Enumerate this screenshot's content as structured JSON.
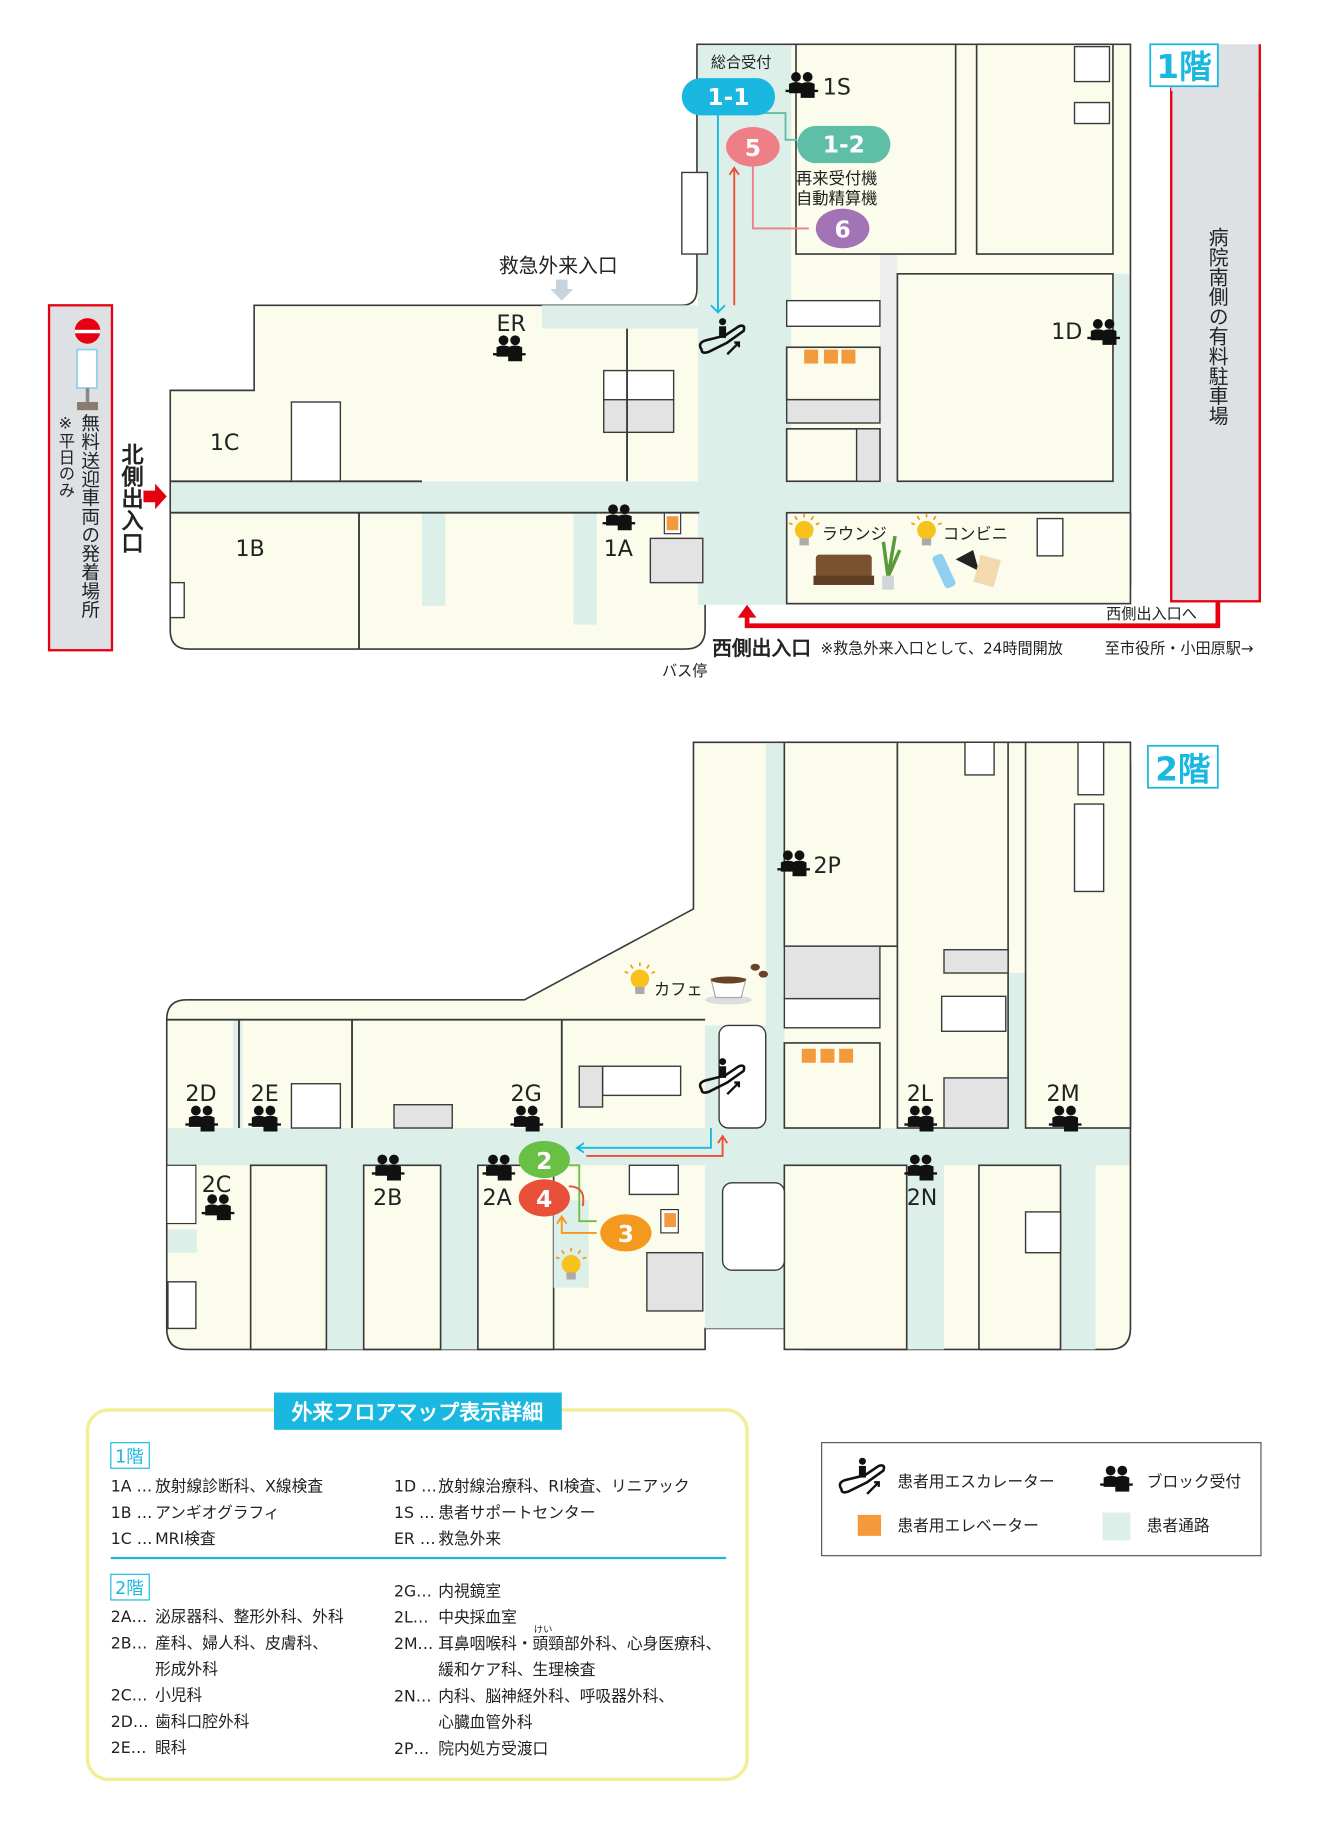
{
  "floor1": {
    "title": "1階",
    "reception_main": "総合受付",
    "badge_1_1": "1-1",
    "badge_1_2": "1-2",
    "badge_5": "5",
    "badge_6": "6",
    "machines_line1": "再来受付機",
    "machines_line2": "自動精算機",
    "emergency_entrance": "救急外来入口",
    "north_entrance": "北側出入口",
    "shuttle_stop": "無料送迎車両の発着場所",
    "shuttle_note": "※平日のみ",
    "parking": "病院南側の有料駐車場",
    "west_entrance": "西側出入口",
    "west_entrance_note": "※救急外来入口として、24時間開放",
    "to_west_entrance": "西側出入口へ",
    "to_city": "至市役所・小田原駅→",
    "bus_stop": "バス停",
    "lounge": "ラウンジ",
    "convenience": "コンビニ",
    "blocks": {
      "ER": "ER",
      "1S": "1S",
      "1C": "1C",
      "1B": "1B",
      "1A": "1A",
      "1D": "1D"
    }
  },
  "floor2": {
    "title": "2階",
    "cafe": "カフェ",
    "badge_2": "2",
    "badge_3": "3",
    "badge_4": "4",
    "blocks": {
      "2P": "2P",
      "2D": "2D",
      "2E": "2E",
      "2G": "2G",
      "2L": "2L",
      "2M": "2M",
      "2C": "2C",
      "2B": "2B",
      "2A": "2A",
      "2N": "2N"
    }
  },
  "details": {
    "title": "外来フロアマップ表示詳細",
    "floor1_label": "1階",
    "floor1_left": [
      {
        "code": "1A …",
        "text": "放射線診断科、X線検査"
      },
      {
        "code": "1B …",
        "text": "アンギオグラフィ"
      },
      {
        "code": "1C …",
        "text": "MRI検査"
      }
    ],
    "floor1_right": [
      {
        "code": "1D …",
        "text": "放射線治療科、RI検査、リニアック"
      },
      {
        "code": "1S …",
        "text": "患者サポートセンター"
      },
      {
        "code": "ER …",
        "text": "救急外来"
      }
    ],
    "floor2_label": "2階",
    "floor2_left": [
      {
        "code": "2A…",
        "text": "泌尿器科、整形外科、外科"
      },
      {
        "code": "2B…",
        "text": "産科、婦人科、皮膚科、",
        "text2": "形成外科"
      },
      {
        "code": "2C…",
        "text": "小児科"
      },
      {
        "code": "2D…",
        "text": "歯科口腔外科"
      },
      {
        "code": "2E…",
        "text": "眼科"
      }
    ],
    "floor2_right": [
      {
        "code": "2G…",
        "text": "内視鏡室"
      },
      {
        "code": "2L…",
        "text": "中央採血室"
      },
      {
        "code": "2M…",
        "text": "耳鼻咽喉科・頭頸部外科、心身医療科、",
        "text2": "緩和ケア科、生理検査",
        "ruby": "けい"
      },
      {
        "code": "2N…",
        "text": "内科、脳神経外科、呼吸器外科、",
        "text2": "心臓血管外科"
      },
      {
        "code": "2P…",
        "text": "院内処方受渡口"
      }
    ]
  },
  "key": {
    "escalator": "患者用エスカレーター",
    "block_reception": "ブロック受付",
    "elevator": "患者用エレベーター",
    "patient_corridor": "患者通路"
  },
  "colors": {
    "accent_blue": "#1ab8e0",
    "badge_1_2": "#5fbfa6",
    "badge_5": "#ef7f86",
    "badge_6": "#a374b5",
    "badge_2": "#6abf45",
    "badge_4": "#e8503a",
    "badge_3": "#f39a1e",
    "corridor": "#dcefe8",
    "elevator": "#f39a3c",
    "room": "#fbfcec",
    "alert_red": "#e60012",
    "legend_border": "#f3ee9a"
  }
}
